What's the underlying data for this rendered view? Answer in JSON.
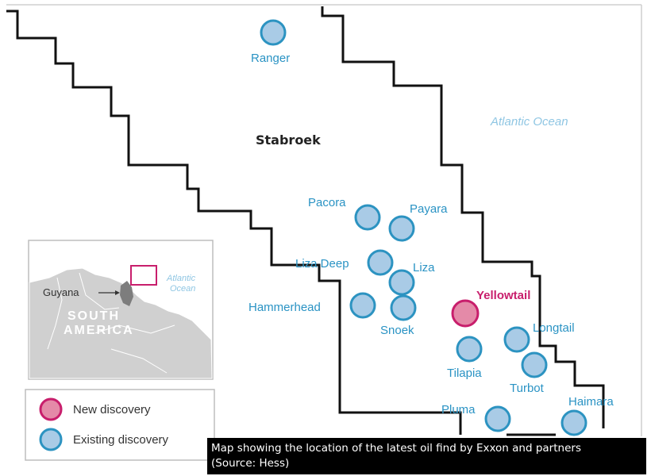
{
  "block_label": "Stabroek",
  "ocean_label": "Atlantic Ocean",
  "discoveries": [
    {
      "name": "Ranger",
      "status": "existing"
    },
    {
      "name": "Pacora",
      "status": "existing"
    },
    {
      "name": "Payara",
      "status": "existing"
    },
    {
      "name": "Liza Deep",
      "status": "existing"
    },
    {
      "name": "Liza",
      "status": "existing"
    },
    {
      "name": "Hammerhead",
      "status": "existing"
    },
    {
      "name": "Snoek",
      "status": "existing"
    },
    {
      "name": "Yellowtail",
      "status": "new"
    },
    {
      "name": "Longtail",
      "status": "existing"
    },
    {
      "name": "Tilapia",
      "status": "existing"
    },
    {
      "name": "Turbot",
      "status": "existing"
    },
    {
      "name": "Pluma",
      "status": "existing"
    },
    {
      "name": "Haimara",
      "status": "existing"
    }
  ],
  "inset": {
    "country_label": "Guyana",
    "continent_line1": "SOUTH",
    "continent_line2": "AMERICA",
    "ocean_line1": "Atlantic",
    "ocean_line2": "Ocean"
  },
  "legend": {
    "new_label": "New discovery",
    "existing_label": "Existing discovery"
  },
  "caption": {
    "line1": "Map showing the location of the latest oil find by Exxon and partners",
    "line2": "(Source: Hess)"
  },
  "colors": {
    "existing_fill": "#a9cbe6",
    "existing_stroke": "#2c93c1",
    "new_fill": "#e48aa8",
    "new_stroke": "#c81e6c",
    "boundary": "#111111",
    "land": "#d0d0d0"
  }
}
